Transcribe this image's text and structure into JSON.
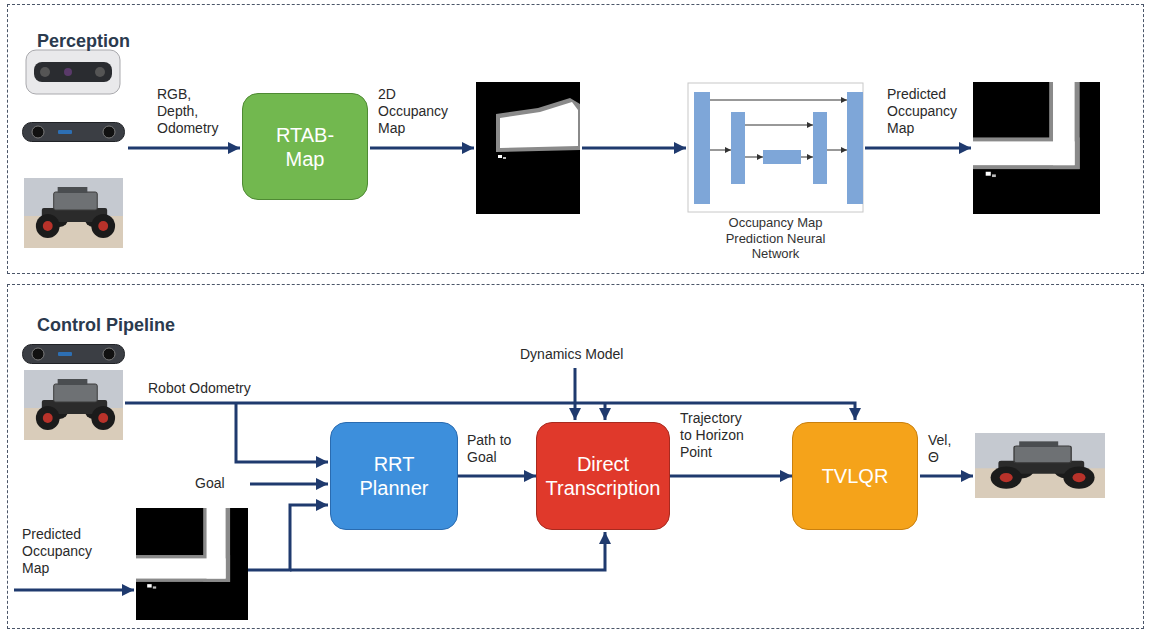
{
  "diagram": {
    "nodes": [
      {
        "text": [
          "Perception"
        ]
      },
      {
        "text": [
          "RTAB-Map"
        ],
        "in": 0
      },
      {
        "text": [
          "Occupancy Map Prediction Neural Network"
        ],
        "in": 0
      },
      {
        "text": [
          "Control Pipeline"
        ]
      },
      {
        "text": [
          "RRT Planner"
        ],
        "in": 3
      },
      {
        "text": [
          "Direct Transcription"
        ],
        "in": 3
      },
      {
        "text": [
          "TVLQR"
        ],
        "in": 3
      }
    ],
    "edges": [
      {
        "from": 4,
        "to": 5,
        "label": "Path to Goal",
        "arrow": "to"
      },
      {
        "from": 5,
        "to": 6,
        "label": "Trajectory to Horizon Point",
        "arrow": "to"
      }
    ],
    "labels": [
      "RGB, Depth, Odometry",
      "2D Occupancy Map",
      "Predicted Occupancy Map",
      "Dynamics Model",
      "Robot Odometry",
      "Goal",
      "Predicted Occupancy Map",
      "Vel, Θ"
    ]
  }
}
